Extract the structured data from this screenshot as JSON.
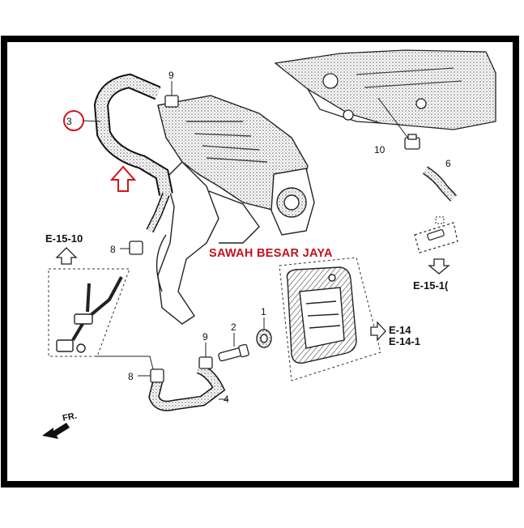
{
  "parts": {
    "p1": "1",
    "p2": "2",
    "p3": "3",
    "p4": "4",
    "p6": "6",
    "p8a": "8",
    "p8b": "8",
    "p9a": "9",
    "p9b": "9",
    "p10": "10"
  },
  "refs": {
    "e15_10_left": "E-15-10",
    "e15_10_right": "E-15-1(",
    "e14": "E-14",
    "e14_1": "E-14-1"
  },
  "watermark": "SAWAH BESAR JAYA",
  "front_label": "FR.",
  "colors": {
    "frame": "#000000",
    "highlight": "#d0141e",
    "line": "#111111"
  }
}
